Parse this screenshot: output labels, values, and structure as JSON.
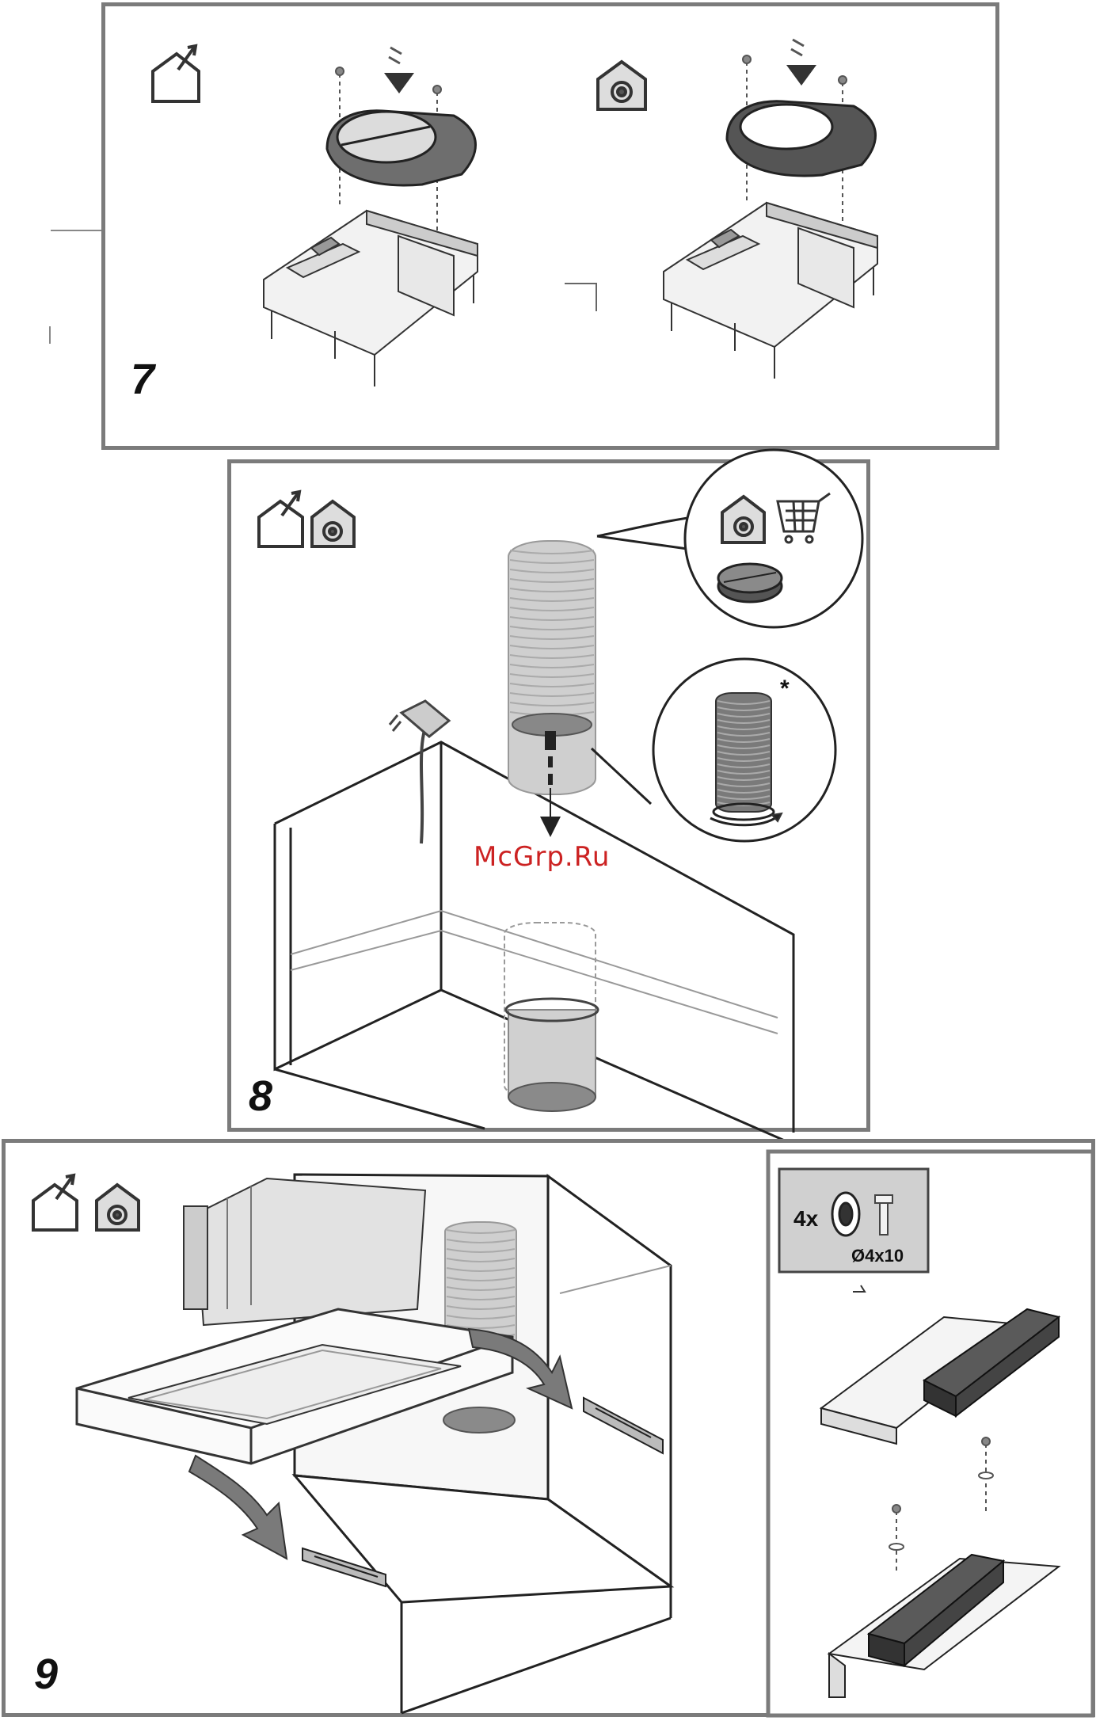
{
  "steps": [
    {
      "number": "7",
      "icons": [
        "outside-venting-house-icon",
        "recirculation-house-icon"
      ]
    },
    {
      "number": "8",
      "icons": [
        "outside-venting-house-icon",
        "recirculation-house-icon",
        "shopping-cart-icon"
      ],
      "note_mark": "*"
    },
    {
      "number": "9",
      "icons": [
        "outside-venting-house-icon",
        "recirculation-house-icon"
      ]
    }
  ],
  "hardware": {
    "quantity": "4x",
    "screw_size": "Ø4x10"
  },
  "watermark": "McGrp.Ru",
  "colors": {
    "frame": "#7b7b7b",
    "part_fill": "#8a8a8a",
    "dark_part": "#4a4a4a",
    "duct": "#b9b9b9",
    "watermark": "#cc2222"
  }
}
